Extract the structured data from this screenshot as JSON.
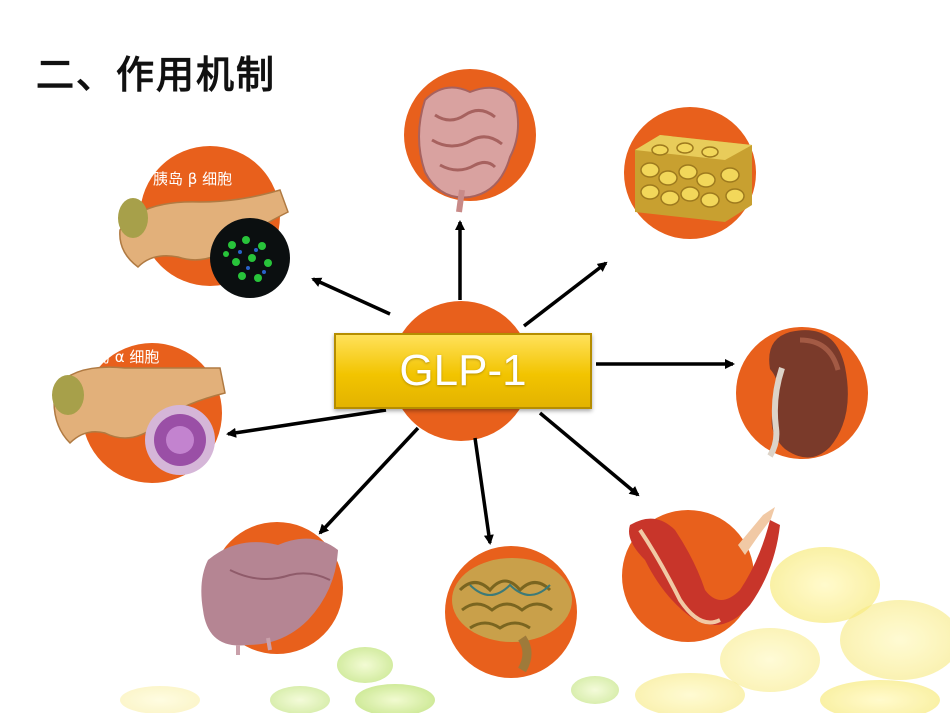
{
  "title": "二、作用机制",
  "center": {
    "label": "GLP-1"
  },
  "labels": {
    "beta_cell": "胰岛 β 细胞",
    "alpha_cell": "胰岛 α 细胞"
  },
  "colors": {
    "circle_orange": "#e8601c",
    "box_yellow": "#f2c400",
    "arrow": "#000000"
  },
  "organs": [
    {
      "name": "intestine-icon"
    },
    {
      "name": "adipose-tissue-icon"
    },
    {
      "name": "kidney-icon"
    },
    {
      "name": "muscle-arm-icon"
    },
    {
      "name": "brain-icon"
    },
    {
      "name": "liver-icon"
    },
    {
      "name": "pancreas-alpha-cell-icon"
    },
    {
      "name": "pancreas-beta-cell-icon"
    }
  ]
}
